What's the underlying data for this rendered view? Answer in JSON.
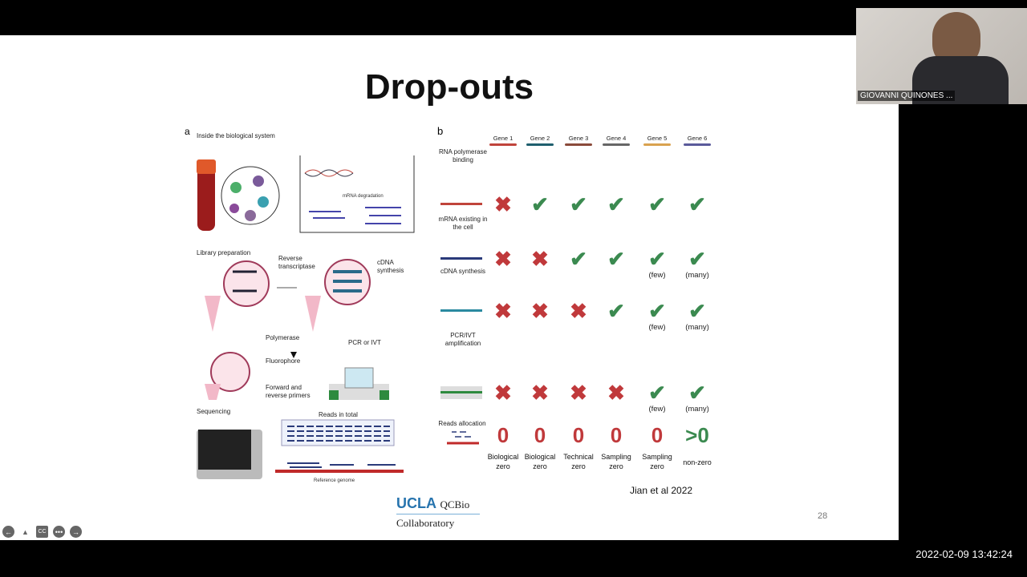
{
  "slide": {
    "title": "Drop-outs",
    "page_number": "28",
    "citation": "Jian et al 2022",
    "logo": {
      "ucla": "UCLA",
      "qcbio": "QCBio",
      "collab": "Collaboratory"
    },
    "panel_a": {
      "letter": "a",
      "sec1": "Inside the biological system",
      "mrna_degradation": "mRNA degradation",
      "sec2": "Library preparation",
      "reverse_transcriptase": "Reverse transcriptase",
      "cdna_synthesis": "cDNA synthesis",
      "polymerase": "Polymerase",
      "fluorophore": "Fluorophore",
      "primers": "Forward and reverse primers",
      "pcr": "PCR or IVT",
      "sec3": "Sequencing",
      "reads_total": "Reads in total",
      "ref_genome": "Reference genome"
    },
    "panel_b": {
      "letter": "b",
      "genes": [
        {
          "label": "Gene 1",
          "color": "#c0443b"
        },
        {
          "label": "Gene 2",
          "color": "#1f5f6e"
        },
        {
          "label": "Gene 3",
          "color": "#8a4a3a"
        },
        {
          "label": "Gene 4",
          "color": "#666666"
        },
        {
          "label": "Gene 5",
          "color": "#d9a24f"
        },
        {
          "label": "Gene 6",
          "color": "#5a5a9a"
        }
      ],
      "rows": [
        {
          "label": "RNA polymerase binding",
          "marks": [
            "x",
            "check",
            "check",
            "check",
            "check",
            "check"
          ],
          "notes": [
            "",
            "",
            "",
            "",
            "",
            ""
          ]
        },
        {
          "label": "mRNA existing in the cell",
          "marks": [
            "x",
            "x",
            "check",
            "check",
            "check",
            "check"
          ],
          "notes": [
            "",
            "",
            "",
            "",
            "(few)",
            "(many)"
          ]
        },
        {
          "label": "cDNA synthesis",
          "marks": [
            "x",
            "x",
            "x",
            "check",
            "check",
            "check"
          ],
          "notes": [
            "",
            "",
            "",
            "",
            "(few)",
            "(many)"
          ]
        },
        {
          "label": "PCR/IVT amplification",
          "marks": [
            "x",
            "x",
            "x",
            "x",
            "check",
            "check"
          ],
          "notes": [
            "",
            "",
            "",
            "",
            "(few)",
            "(many)"
          ]
        }
      ],
      "reads_label": "Reads allocation",
      "outcomes": [
        {
          "value": "0",
          "label": "Biological zero"
        },
        {
          "value": "0",
          "label": "Biological zero"
        },
        {
          "value": "0",
          "label": "Technical zero"
        },
        {
          "value": "0",
          "label": "Sampling zero"
        },
        {
          "value": "0",
          "label": "Sampling zero"
        },
        {
          "value": ">0",
          "label": "non-zero"
        }
      ]
    }
  },
  "controls": [
    "previous",
    "pointer",
    "captions",
    "more",
    "next"
  ],
  "video": {
    "name": "GIOVANNI QUINONES ..."
  },
  "timestamp": "2022-02-09 13:42:24"
}
